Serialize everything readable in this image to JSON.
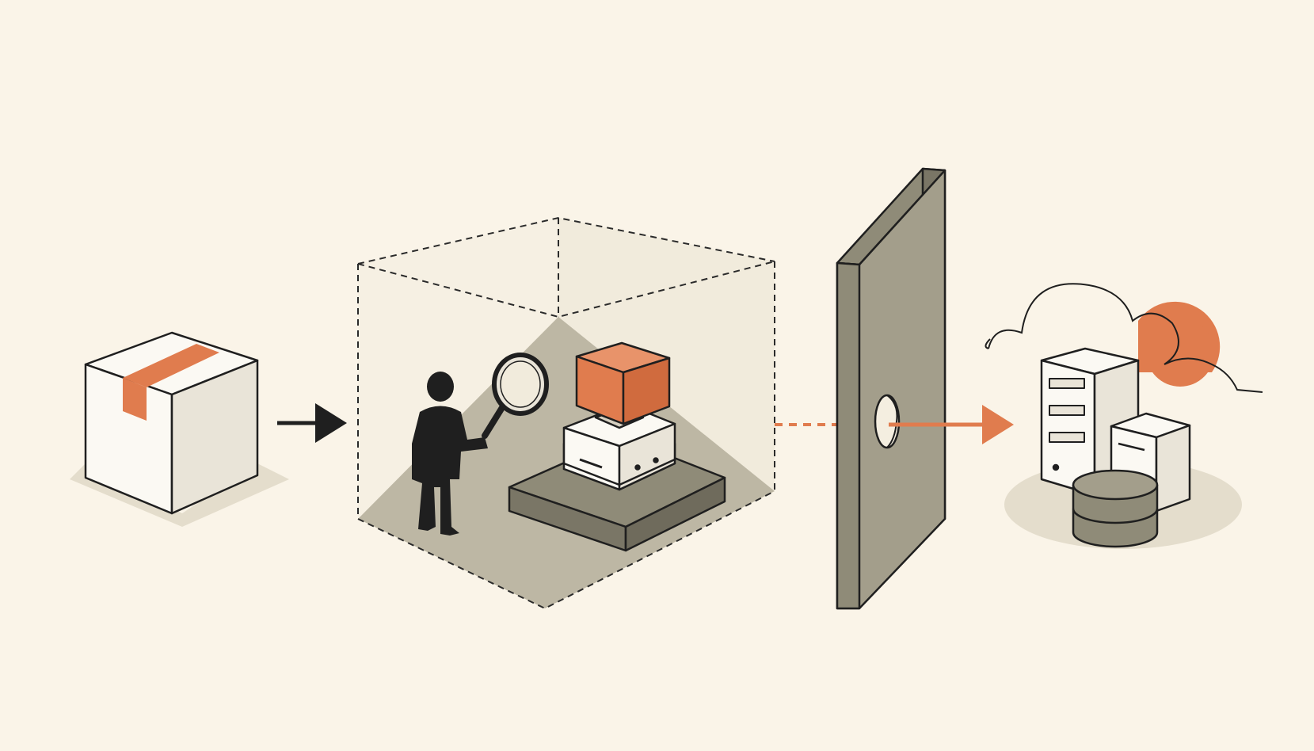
{
  "diagram": {
    "stages": [
      {
        "id": "package",
        "icon": "package-box-icon"
      },
      {
        "id": "sandbox",
        "icon": "sandbox-inspection-icon"
      },
      {
        "id": "firewall",
        "icon": "wall-with-hole-icon"
      },
      {
        "id": "infrastructure",
        "icon": "cloud-servers-icon"
      }
    ],
    "connectors": [
      {
        "from": "package",
        "to": "sandbox",
        "style": "solid"
      },
      {
        "from": "sandbox",
        "to": "infrastructure",
        "style": "dashed-through-wall"
      }
    ]
  },
  "colors": {
    "background": "#faf4e8",
    "accent": "#e07c4e",
    "ink": "#1f1f1f",
    "wall": "#a39e8b",
    "floor": "#bdb7a4",
    "platform": "#8f8b78",
    "box_light": "#fbf9f3",
    "box_shade": "#e9e4d8",
    "shadow": "#e4ddcc"
  }
}
